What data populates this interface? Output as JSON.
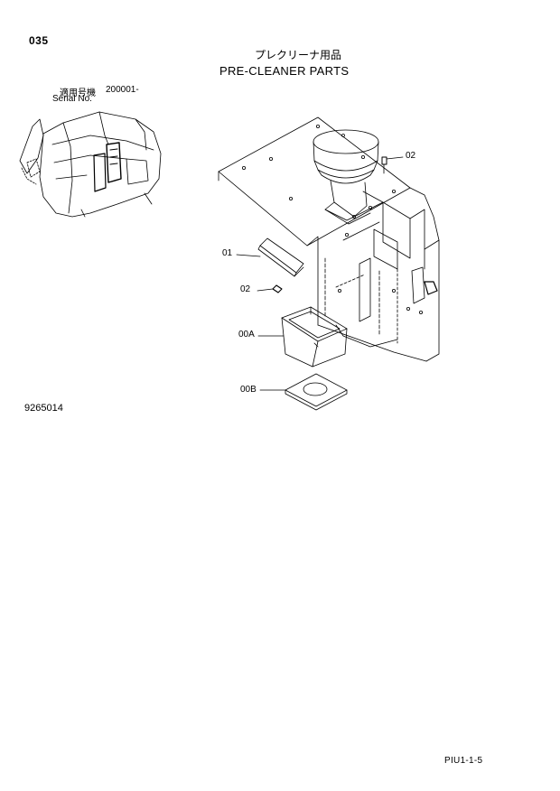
{
  "page": {
    "page_number": "035",
    "title_jp": "プレクリーナ用品",
    "title_en": "PRE-CLEANER PARTS",
    "serial_label_jp": "適用号機",
    "serial_value": "200001-",
    "serial_label_en": "Serial No.",
    "drawing_number": "9265014",
    "page_reference": "PIU1-1-5"
  },
  "callouts": [
    {
      "id": "02-upper",
      "label": "02"
    },
    {
      "id": "01",
      "label": "01"
    },
    {
      "id": "02-lower",
      "label": "02"
    },
    {
      "id": "00A",
      "label": "00A"
    },
    {
      "id": "00B",
      "label": "00B"
    }
  ]
}
